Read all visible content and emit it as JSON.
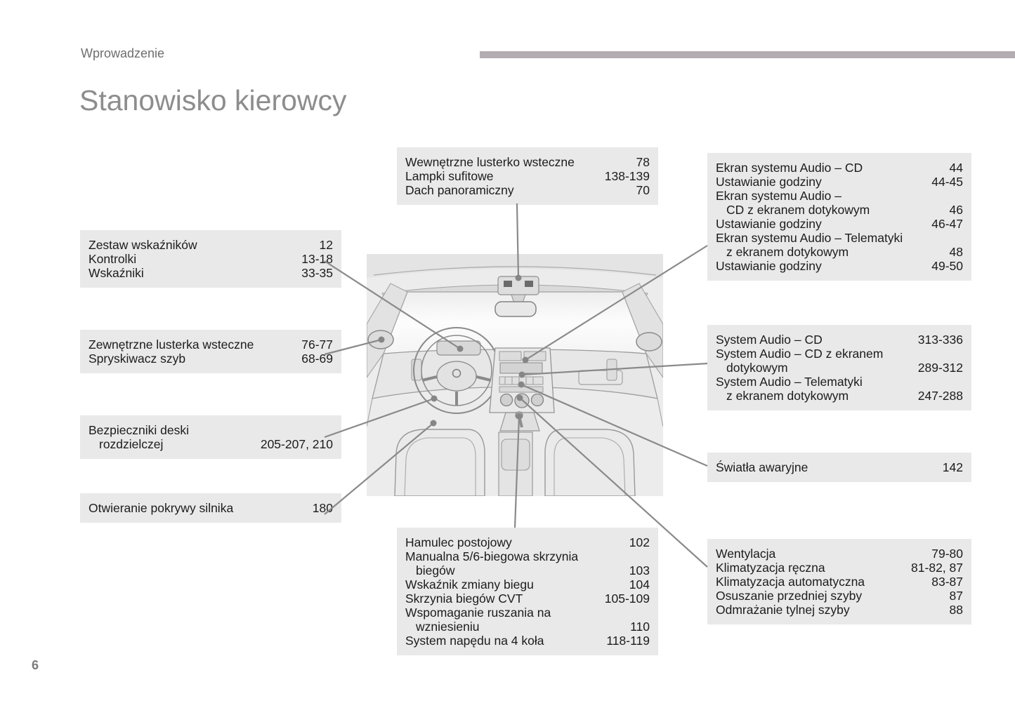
{
  "page": {
    "breadcrumb": "Wprowadzenie",
    "title": "Stanowisko kierowcy",
    "page_number": "6"
  },
  "colors": {
    "callout_bg": "#e9e9e9",
    "accent_bar": "#b3acb0",
    "body_text": "#1c1c1c",
    "title_text": "#8d8d8d",
    "leader_line": "#8a8a8a"
  },
  "illustration": {
    "alt": "Rysunek wnętrza samochodu – deska rozdzielcza widziana z kabiny"
  },
  "callouts": [
    {
      "id": "interior-mirror",
      "items": [
        {
          "label": "Wewnętrzne lusterko wsteczne",
          "pages": "78"
        },
        {
          "label": "Lampki sufitowe",
          "pages": "138-139"
        },
        {
          "label": "Dach panoramiczny",
          "pages": "70"
        }
      ]
    },
    {
      "id": "audio-screen",
      "items": [
        {
          "label": "Ekran systemu Audio – CD",
          "pages": "44"
        },
        {
          "label": "Ustawianie godziny",
          "pages": "44-45"
        },
        {
          "label": "Ekran systemu Audio –",
          "pages": ""
        },
        {
          "label": "CD z ekranem dotykowym",
          "pages": "46"
        },
        {
          "label": "Ustawianie godziny",
          "pages": "46-47"
        },
        {
          "label": "Ekran systemu Audio – Telematyki",
          "pages": ""
        },
        {
          "label": "z ekranem dotykowym",
          "pages": "48"
        },
        {
          "label": "Ustawianie godziny",
          "pages": "49-50"
        }
      ]
    },
    {
      "id": "instruments",
      "items": [
        {
          "label": "Zestaw wskaźników",
          "pages": "12"
        },
        {
          "label": "Kontrolki",
          "pages": "13-18"
        },
        {
          "label": "Wskaźniki",
          "pages": "33-35"
        }
      ]
    },
    {
      "id": "exterior-mirrors",
      "items": [
        {
          "label": "Zewnętrzne lusterka wsteczne",
          "pages": "76-77"
        },
        {
          "label": "Spryskiwacz szyb",
          "pages": "68-69"
        }
      ]
    },
    {
      "id": "fuses",
      "items": [
        {
          "label": "Bezpieczniki deski",
          "pages": ""
        },
        {
          "label": "rozdzielczej",
          "pages": "205-207, 210"
        }
      ]
    },
    {
      "id": "hood-release",
      "items": [
        {
          "label": "Otwieranie pokrywy silnika",
          "pages": "180"
        }
      ]
    },
    {
      "id": "audio-systems",
      "items": [
        {
          "label": "System Audio – CD",
          "pages": "313-336"
        },
        {
          "label": "System Audio – CD z ekranem",
          "pages": ""
        },
        {
          "label": "dotykowym",
          "pages": "289-312"
        },
        {
          "label": "System Audio – Telematyki",
          "pages": ""
        },
        {
          "label": "z ekranem dotykowym",
          "pages": "247-288"
        }
      ]
    },
    {
      "id": "hazard-lights",
      "items": [
        {
          "label": "Światła awaryjne",
          "pages": "142"
        }
      ]
    },
    {
      "id": "climate",
      "items": [
        {
          "label": "Wentylacja",
          "pages": "79-80"
        },
        {
          "label": "Klimatyzacja ręczna",
          "pages": "81-82, 87"
        },
        {
          "label": "Klimatyzacja automatyczna",
          "pages": "83-87"
        },
        {
          "label": "Osuszanie przedniej szyby",
          "pages": "87"
        },
        {
          "label": "Odmrażanie tylnej szyby",
          "pages": "88"
        }
      ]
    },
    {
      "id": "transmission",
      "items": [
        {
          "label": "Hamulec postojowy",
          "pages": "102"
        },
        {
          "label": "Manualna 5/6-biegowa skrzynia",
          "pages": ""
        },
        {
          "label": "biegów",
          "pages": "103"
        },
        {
          "label": "Wskaźnik zmiany biegu",
          "pages": "104"
        },
        {
          "label": "Skrzynia biegów CVT",
          "pages": "105-109"
        },
        {
          "label": "Wspomaganie ruszania na",
          "pages": ""
        },
        {
          "label": "wzniesieniu",
          "pages": "110"
        },
        {
          "label": "System napędu na 4 koła",
          "pages": "118-119"
        }
      ]
    }
  ]
}
